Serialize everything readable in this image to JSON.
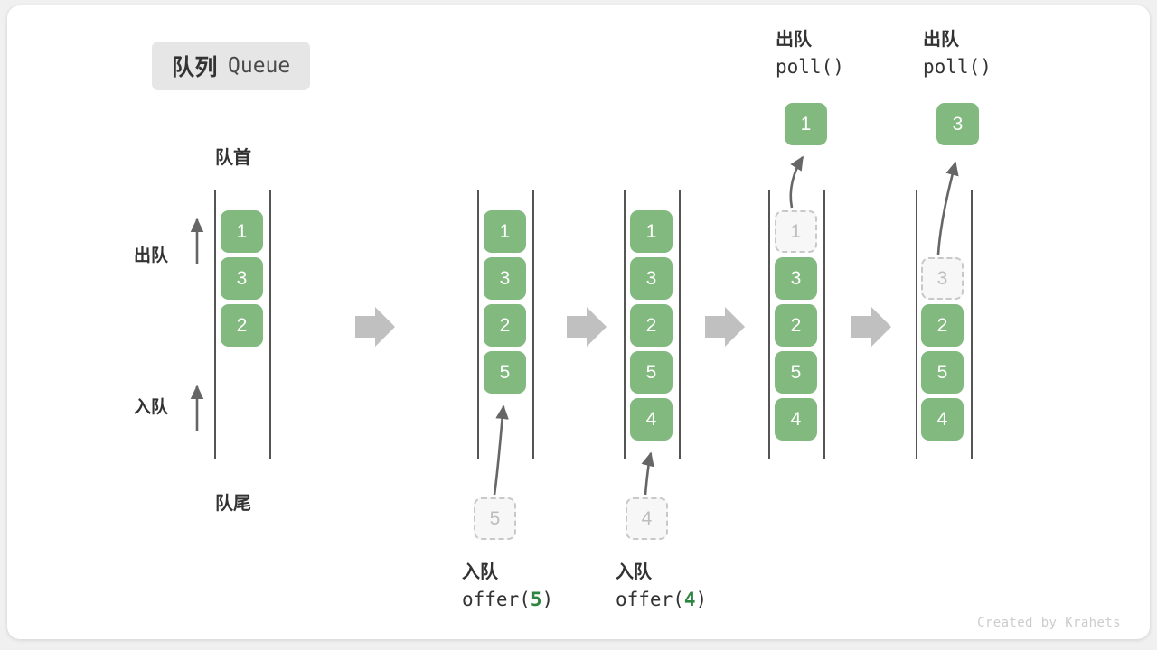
{
  "title": {
    "cn": "队列",
    "en": "Queue"
  },
  "labels": {
    "head": "队首",
    "tail": "队尾",
    "dequeue_side": "出队",
    "enqueue_side": "入队"
  },
  "colors": {
    "cell_fill": "#81b97f",
    "cell_text": "#ffffff",
    "ghost_fill": "#f7f7f7",
    "ghost_border": "#c8c8c8",
    "ghost_text": "#bdbdbd",
    "rail": "#555555",
    "arrow_gray": "#c0c0c0",
    "curve_arrow": "#666666",
    "text_dark": "#333333",
    "accent_green": "#2e8540",
    "badge_bg": "#e6e6e6",
    "watermark": "#cccccc"
  },
  "columns": [
    {
      "id": "col-1-initial",
      "cells": [
        "1",
        "3",
        "2"
      ],
      "ghost_index": null,
      "caption": null,
      "popped": null
    },
    {
      "id": "col-2-offer-5",
      "cells": [
        "1",
        "3",
        "2",
        "5"
      ],
      "ghost_index": null,
      "caption": {
        "cn": "入队",
        "fn": "offer(",
        "arg": "5",
        "close": ")"
      },
      "incoming": "5",
      "popped": null
    },
    {
      "id": "col-3-offer-4",
      "cells": [
        "1",
        "3",
        "2",
        "5",
        "4"
      ],
      "ghost_index": null,
      "caption": {
        "cn": "入队",
        "fn": "offer(",
        "arg": "4",
        "close": ")"
      },
      "incoming": "4",
      "popped": null
    },
    {
      "id": "col-4-poll-1",
      "cells": [
        "1",
        "3",
        "2",
        "5",
        "4"
      ],
      "ghost_index": 0,
      "caption": {
        "cn": "出队",
        "fn": "poll(",
        "arg": "",
        "close": ")"
      },
      "popped": "1"
    },
    {
      "id": "col-5-poll-3",
      "cells": [
        "3",
        "2",
        "5",
        "4"
      ],
      "ghost_index": 0,
      "caption": {
        "cn": "出队",
        "fn": "poll(",
        "arg": "",
        "close": ")"
      },
      "popped": "3"
    }
  ],
  "watermark": "Created by Krahets"
}
